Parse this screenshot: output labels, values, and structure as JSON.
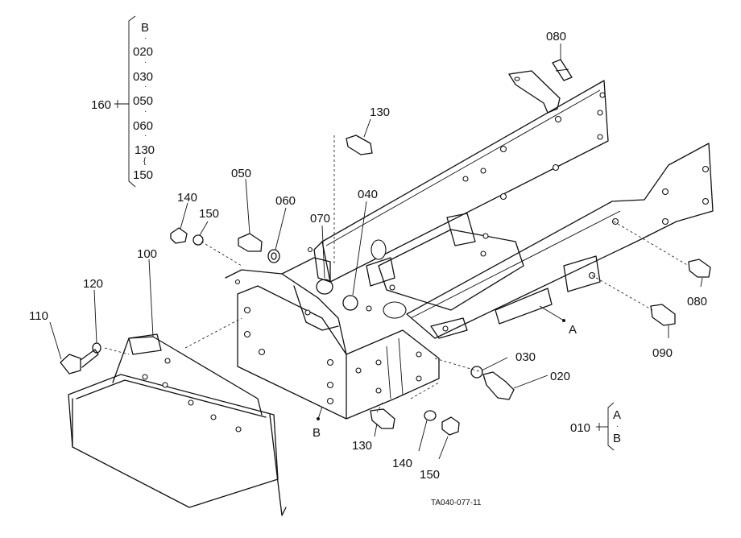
{
  "callouts": {
    "p080_top": "080",
    "p130_top": "130",
    "p050": "050",
    "p060": "060",
    "p070": "070",
    "p040": "040",
    "p140_left": "140",
    "p150_left": "150",
    "p100": "100",
    "p120": "120",
    "p110": "110",
    "p030": "030",
    "p020": "020",
    "p080_right": "080",
    "p090": "090",
    "p130_bottom": "130",
    "p140_bottom": "140",
    "p150_bottom": "150",
    "label_a": "A",
    "label_b": "B"
  },
  "group_160": {
    "id": "160",
    "items": [
      "B",
      "020",
      "030",
      "050",
      "060",
      "130",
      "150"
    ]
  },
  "group_010": {
    "id": "010",
    "items": [
      "A",
      "B"
    ]
  },
  "drawing_code": "TA040-077-11"
}
